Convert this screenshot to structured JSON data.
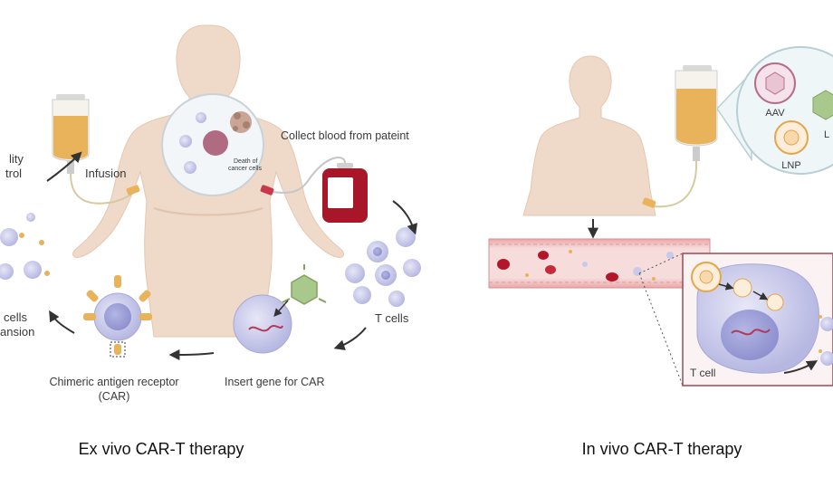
{
  "ex_vivo": {
    "title": "Ex vivo CAR-T therapy",
    "label_quality": [
      "lity",
      "trol"
    ],
    "label_infusion": "Infusion",
    "label_collect": "Collect blood from pateint",
    "label_death": [
      "Death of",
      "cancer cells"
    ],
    "label_tcells": "T cells",
    "label_insert": "Insert gene for CAR",
    "label_car": [
      "Chimeric antigen receptor",
      "(CAR)"
    ],
    "label_expansion": [
      "cells",
      "ansion"
    ]
  },
  "in_vivo": {
    "title": "In vivo CAR-T therapy",
    "label_aav": "AAV",
    "label_lnp": "LNP",
    "label_l": "L",
    "label_tcell": "T cell"
  },
  "colors": {
    "skin": "#efd9c8",
    "skin_shadow": "#e2c3ab",
    "bag_fluid": "#e9b35c",
    "blood": "#a8162a",
    "tcell": "#c8c9ea",
    "tcell_nucleus": "#9d9fd6",
    "car_receptor": "#e9b35c",
    "vessel": "#f2c6c6",
    "frame": "#9a4a55",
    "arrow": "#333333"
  }
}
